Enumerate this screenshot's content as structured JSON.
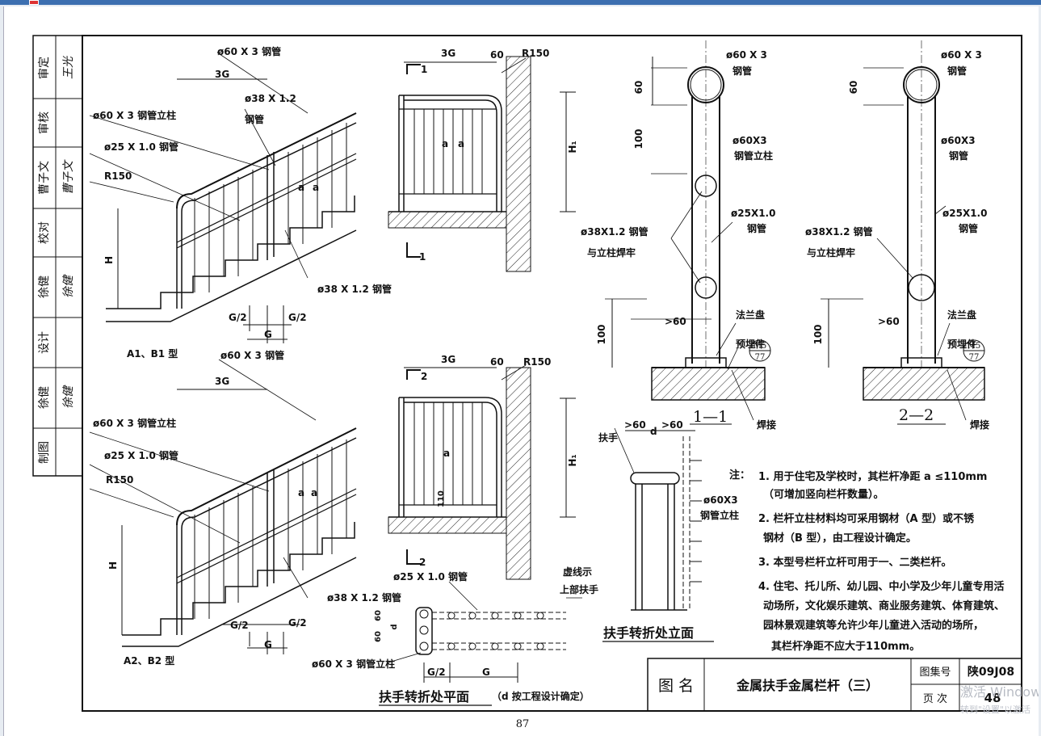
{
  "sidebar": {
    "approve": "审定",
    "approve_sign": "王光",
    "check": "审核",
    "proof_name": "曹子文",
    "proof_sign": "曹子文",
    "verify": "校对",
    "design_name": "徐健",
    "design_sign": "徐健",
    "design": "设计",
    "draw_name": "徐健",
    "draw_sign": "徐健",
    "draw": "制图"
  },
  "labels": {
    "pipe60": "ø60 X 3 钢管",
    "dim3g": "3G",
    "pipe38": "ø38 X 1.2",
    "pipe38_b": "钢管",
    "post60": "ø60 X 3 钢管立柱",
    "pipe25": "ø25 X 1.0 钢管",
    "r150": "R150",
    "h": "H",
    "pipe38_full": "ø38 X 1.2 钢管",
    "g_half": "G/2",
    "g": "G",
    "type_a1": "A1、B1 型",
    "type_a2": "A2、B2 型",
    "dim60": "60",
    "sec1_tag": "1",
    "sec2_tag": "2",
    "h1": "H₁",
    "a": "a",
    "dim110": "110",
    "pipe25_short": "ø25 X 1.0 钢管",
    "dashed_upper_a": "虚线示",
    "dashed_upper_b": "上部扶手",
    "plan_title": "扶手转折处平面",
    "plan_note": "（d 按工程设计确定）",
    "post_label": "ø60 X 3 钢管立柱",
    "d": "d",
    "handrail": "扶手",
    "gt60": ">60",
    "elev_post_a": "ø60X3",
    "elev_post_b": "钢管立柱",
    "elev_title": "扶手转折处立面",
    "sec_p60_a": "ø60 X 3",
    "sec_p60_b": "钢管",
    "sec_post_a": "ø60X3",
    "sec_post_b": "钢管立柱",
    "sec_p25_a": "ø25X1.0",
    "sec_p25_b": "钢管",
    "sec_p38_a": "ø38X1.2 钢管",
    "sec_p38_b": "与立柱焊牢",
    "d100": "100",
    "d60": "60",
    "flange": "法兰盘",
    "embed": "预埋件",
    "m5_a": "M5",
    "m5_b": "77",
    "weld": "焊接",
    "sec11": "1—1",
    "sec22": "2—2",
    "sec2_pipe_a": "ø60X3",
    "sec2_pipe_b": "钢管"
  },
  "notes": {
    "head": "注：",
    "n1a": "1. 用于住宅及学校时，其栏杆净距 a ≤110mm",
    "n1b": "（可增加竖向栏杆数量）。",
    "n2a": "2. 栏杆立柱材料均可采用钢材（A 型）或不锈",
    "n2b": "钢材（B 型），由工程设计确定。",
    "n3": "3. 本型号栏杆立杆可用于一、二类栏杆。",
    "n4a": "4. 住宅、托儿所、幼儿园、中小学及少年儿童专用活",
    "n4b": "动场所，文化娱乐建筑、商业服务建筑、体育建筑、",
    "n4c": "园林景观建筑等允许少年儿童进入活动的场所，",
    "n4d": "其栏杆净距不应大于110mm。"
  },
  "title_block": {
    "name_label": "图 名",
    "name": "金属扶手金属栏杆（三）",
    "atlas_label": "图集号",
    "atlas": "陕09J08",
    "page_label": "页 次",
    "page": "48"
  },
  "page_number": "87",
  "watermark": {
    "line1": "激活 Windows",
    "line2": "转到\"设置\"以激活"
  }
}
